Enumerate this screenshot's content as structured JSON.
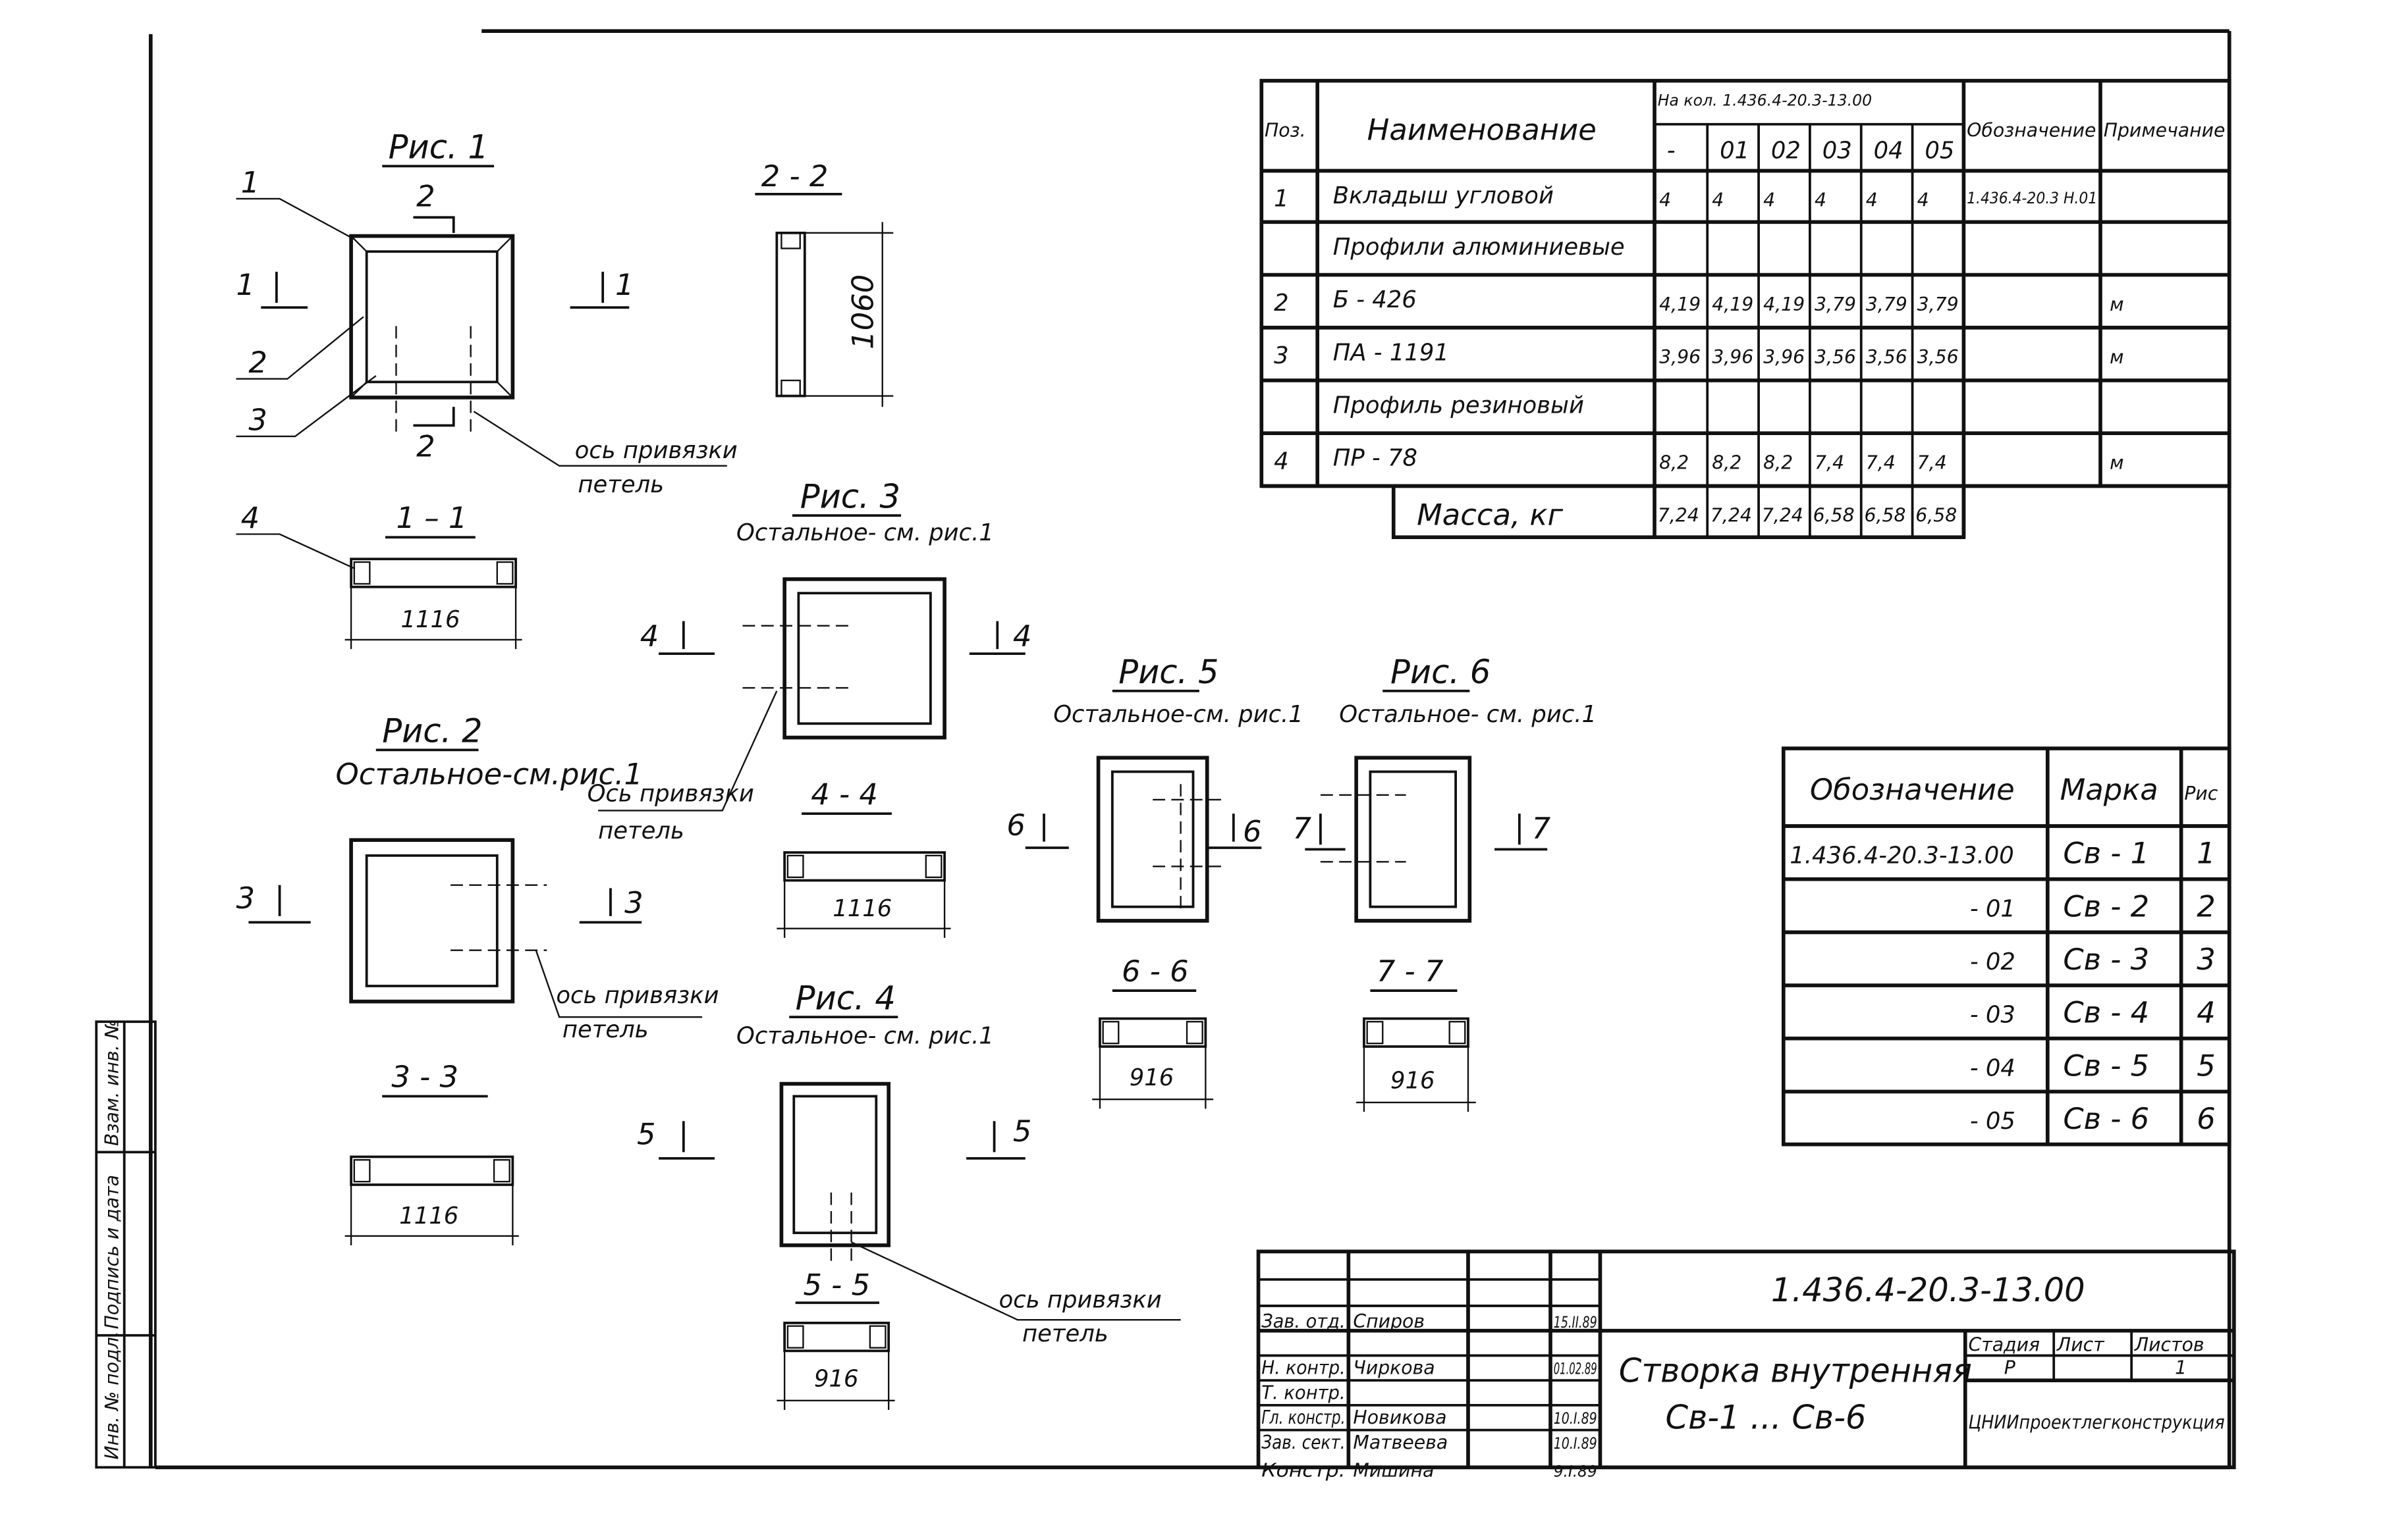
{
  "figures": {
    "fig1": {
      "title": "Рис. 1",
      "leaders": [
        "1",
        "2",
        "3"
      ],
      "section_a": "1",
      "section_b": "2",
      "axis_note_1": "ось привязки",
      "axis_note_2": "петель"
    },
    "sec22": {
      "title": "2 - 2",
      "dim": "1060"
    },
    "sec11": {
      "title": "1 – 1",
      "leader": "4",
      "dim": "1116"
    },
    "fig2": {
      "title": "Рис. 2",
      "note": "Остальное-см.рис.1",
      "section": "3",
      "axis_note_1": "ось привязки",
      "axis_note_2": "петель"
    },
    "sec33": {
      "title": "3 - 3",
      "dim": "1116"
    },
    "fig3": {
      "title": "Рис. 3",
      "note": "Остальное- см. рис.1",
      "section": "4",
      "axis_note_1": "Ось привязки",
      "axis_note_2": "петель"
    },
    "sec44": {
      "title": "4 - 4",
      "dim": "1116"
    },
    "fig4": {
      "title": "Рис. 4",
      "note": "Остальное- см. рис.1",
      "section": "5",
      "axis_note_1": "ось привязки",
      "axis_note_2": "петель"
    },
    "sec55": {
      "title": "5 - 5",
      "dim": "916"
    },
    "fig5": {
      "title": "Рис. 5",
      "note": "Остальное-см. рис.1",
      "section": "6"
    },
    "sec66": {
      "title": "6 - 6",
      "dim": "916"
    },
    "fig6": {
      "title": "Рис. 6",
      "note": "Остальное- см. рис.1",
      "section": "7"
    },
    "sec77": {
      "title": "7 - 7",
      "dim": "916"
    }
  },
  "spec_table": {
    "headers": {
      "pos": "Поз.",
      "name": "Наименование",
      "group": "На кол. 1.436.4-20.3-13.00",
      "designation": "Обозначение",
      "note": "Примечание"
    },
    "variants": [
      "-",
      "01",
      "02",
      "03",
      "04",
      "05"
    ],
    "rows": [
      {
        "pos": "1",
        "name": "Вкладыш угловой",
        "values": [
          "4",
          "4",
          "4",
          "4",
          "4",
          "4"
        ],
        "designation": "1.436.4-20.3 Н.01",
        "note": ""
      },
      {
        "pos": "",
        "name": "Профили алюминиевые",
        "values": [
          "",
          "",
          "",
          "",
          "",
          ""
        ],
        "designation": "",
        "note": ""
      },
      {
        "pos": "2",
        "name": "Б - 426",
        "values": [
          "4,19",
          "4,19",
          "4,19",
          "3,79",
          "3,79",
          "3,79"
        ],
        "designation": "",
        "note": "м"
      },
      {
        "pos": "3",
        "name": "ПА - 1191",
        "values": [
          "3,96",
          "3,96",
          "3,96",
          "3,56",
          "3,56",
          "3,56"
        ],
        "designation": "",
        "note": "м"
      },
      {
        "pos": "",
        "name": "Профиль резиновый",
        "values": [
          "",
          "",
          "",
          "",
          "",
          ""
        ],
        "designation": "",
        "note": ""
      },
      {
        "pos": "4",
        "name": "ПР - 78",
        "values": [
          "8,2",
          "8,2",
          "8,2",
          "7,4",
          "7,4",
          "7,4"
        ],
        "designation": "",
        "note": "м"
      }
    ],
    "mass": {
      "label": "Масса, кг",
      "values": [
        "7,24",
        "7,24",
        "7,24",
        "6,58",
        "6,58",
        "6,58"
      ]
    }
  },
  "mark_table": {
    "headers": [
      "Обозначение",
      "Марка",
      "Рис"
    ],
    "rows": [
      [
        "1.436.4-20.3-13.00",
        "Св - 1",
        "1"
      ],
      [
        "- 01",
        "Св - 2",
        "2"
      ],
      [
        "- 02",
        "Св - 3",
        "3"
      ],
      [
        "- 03",
        "Св - 4",
        "4"
      ],
      [
        "- 04",
        "Св - 5",
        "5"
      ],
      [
        "- 05",
        "Св - 6",
        "6"
      ]
    ]
  },
  "title_block": {
    "code": "1.436.4-20.3-13.00",
    "name_line1": "Створка внутренняя",
    "name_line2": "Св-1 ... Св-6",
    "stage_label": "Стадия",
    "sheet_label": "Лист",
    "sheets_label": "Листов",
    "stage": "Р",
    "sheet": "",
    "sheets": "1",
    "organization": "ЦНИИпроектлегконструкция",
    "signatories": [
      {
        "role": "Зав. отд.",
        "name": "Спиров",
        "date": "15.II.89"
      },
      {
        "role": "Н. контр.",
        "name": "Чиркова",
        "date": "01.02.89"
      },
      {
        "role": "Т. контр.",
        "name": "",
        "date": ""
      },
      {
        "role": "Гл. констр.",
        "name": "Новикова",
        "date": "10.I.89"
      },
      {
        "role": "Зав. сект.",
        "name": "Матвеева",
        "date": "10.I.89"
      },
      {
        "role": "Констр.",
        "name": "Мишина",
        "date": "9.I.89"
      }
    ]
  },
  "side_stamp": {
    "replace_inv": "Взам. инв. №",
    "signature_date": "Подпись и дата",
    "inv_original": "Инв. № подл."
  }
}
